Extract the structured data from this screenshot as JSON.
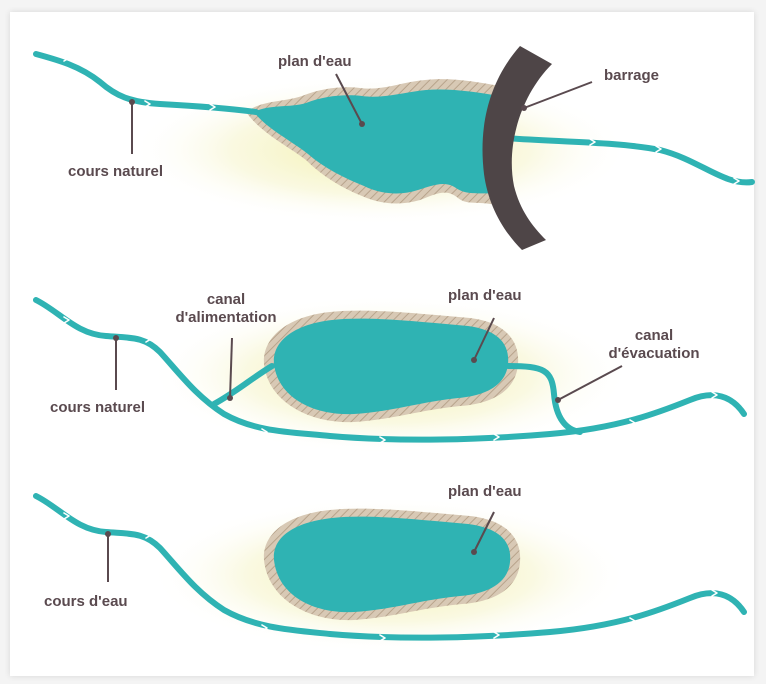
{
  "colors": {
    "water": "#2fb3b3",
    "bank": "#c9b8a2",
    "dam": "#4e4547",
    "label": "#5a4a4f",
    "glow": "#f2efa2"
  },
  "diagrams": [
    {
      "labels": {
        "natural_course": "cours naturel",
        "water_body": "plan d'eau",
        "dam": "barrage"
      }
    },
    {
      "labels": {
        "natural_course": "cours naturel",
        "water_body": "plan d'eau",
        "feed_canal_line1": "canal",
        "feed_canal_line2": "d'alimentation",
        "drain_canal_line1": "canal",
        "drain_canal_line2": "d'évacuation"
      }
    },
    {
      "labels": {
        "watercourse": "cours d'eau",
        "water_body": "plan d'eau"
      }
    }
  ]
}
